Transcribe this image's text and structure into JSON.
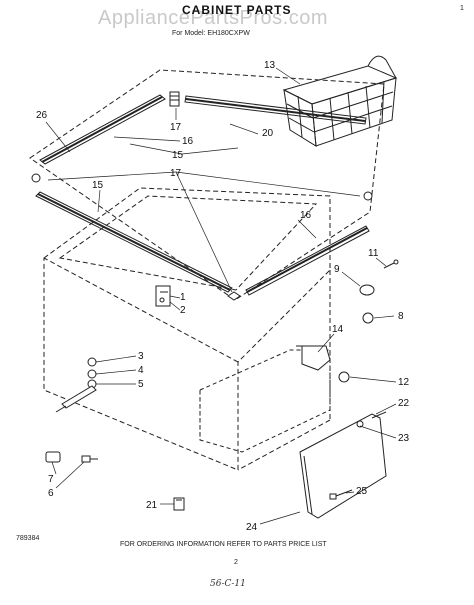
{
  "watermark": "AppliancePartsPros.com",
  "title": "CABINET PARTS",
  "model_line": "For Model: EH180CXPW",
  "page_corner_mark": "1",
  "callouts": {
    "c26": "26",
    "c16a": "16",
    "c17a": "17",
    "c15a": "15",
    "c20": "20",
    "c17b": "17",
    "c15b": "15",
    "c16b": "16",
    "c13": "13",
    "c11": "11",
    "c9": "9",
    "c8": "8",
    "c14": "14",
    "c1": "1",
    "c2": "2",
    "c3": "3",
    "c4": "4",
    "c5": "5",
    "c12": "12",
    "c22": "22",
    "c23": "23",
    "c7": "7",
    "c6": "6",
    "c21": "21",
    "c25": "25",
    "c24": "24"
  },
  "footer": {
    "part_number": "789384",
    "ordering_note": "FOR ORDERING INFORMATION REFER TO PARTS PRICE LIST",
    "page_number": "2",
    "handwritten_note": "56-C-11"
  }
}
